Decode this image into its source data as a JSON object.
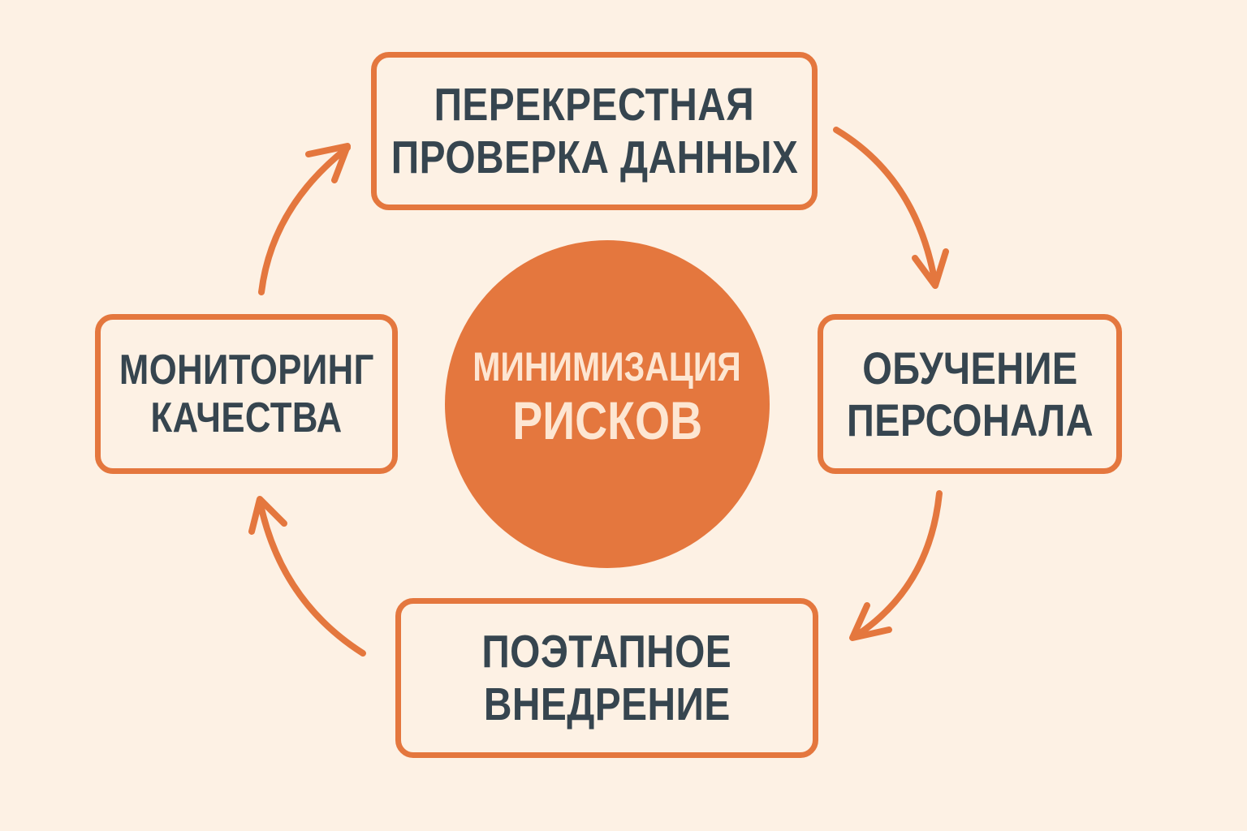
{
  "center": {
    "line1": "МИНИМИЗАЦИЯ",
    "line2": "РИСКОВ"
  },
  "steps": [
    {
      "line1": "ПЕРЕКРЕСТНАЯ",
      "line2": "ПРОВЕРКА ДАННЫХ"
    },
    {
      "line1": "ОБУЧЕНИЕ",
      "line2": "ПЕРСОНАЛА"
    },
    {
      "line1": "ПОЭТАПНОЕ",
      "line2": "ВНЕДРЕНИЕ"
    },
    {
      "line1": "МОНИТОРИНГ",
      "line2": "КАЧЕСТВА"
    }
  ],
  "colors": {
    "background": "#fdf1e4",
    "accent": "#e4773e",
    "text": "#36454f"
  }
}
